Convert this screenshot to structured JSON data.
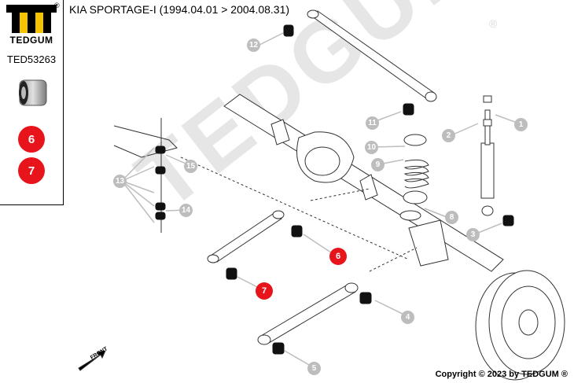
{
  "brand": {
    "name": "TEDGUM",
    "reg": "®"
  },
  "part_number": "TED53263",
  "position_badges": [
    "6",
    "7"
  ],
  "title": "KIA SPORTAGE-I (1994.04.01 > 2004.08.31)",
  "watermark": "TEDGUM",
  "watermark_reg": "®",
  "front_label": "FRONT",
  "callouts": [
    "1",
    "2",
    "3",
    "4",
    "5",
    "8",
    "9",
    "10",
    "11",
    "12",
    "13",
    "14",
    "15"
  ],
  "highlight_callouts": [
    "6",
    "7"
  ],
  "copyright": "Copyright © 2023 by TEDGUM ®",
  "colors": {
    "accent_red": "#e8141c",
    "callout_grey": "#bdbdbd",
    "watermark": "#e6e6e6",
    "line": "#333333"
  }
}
